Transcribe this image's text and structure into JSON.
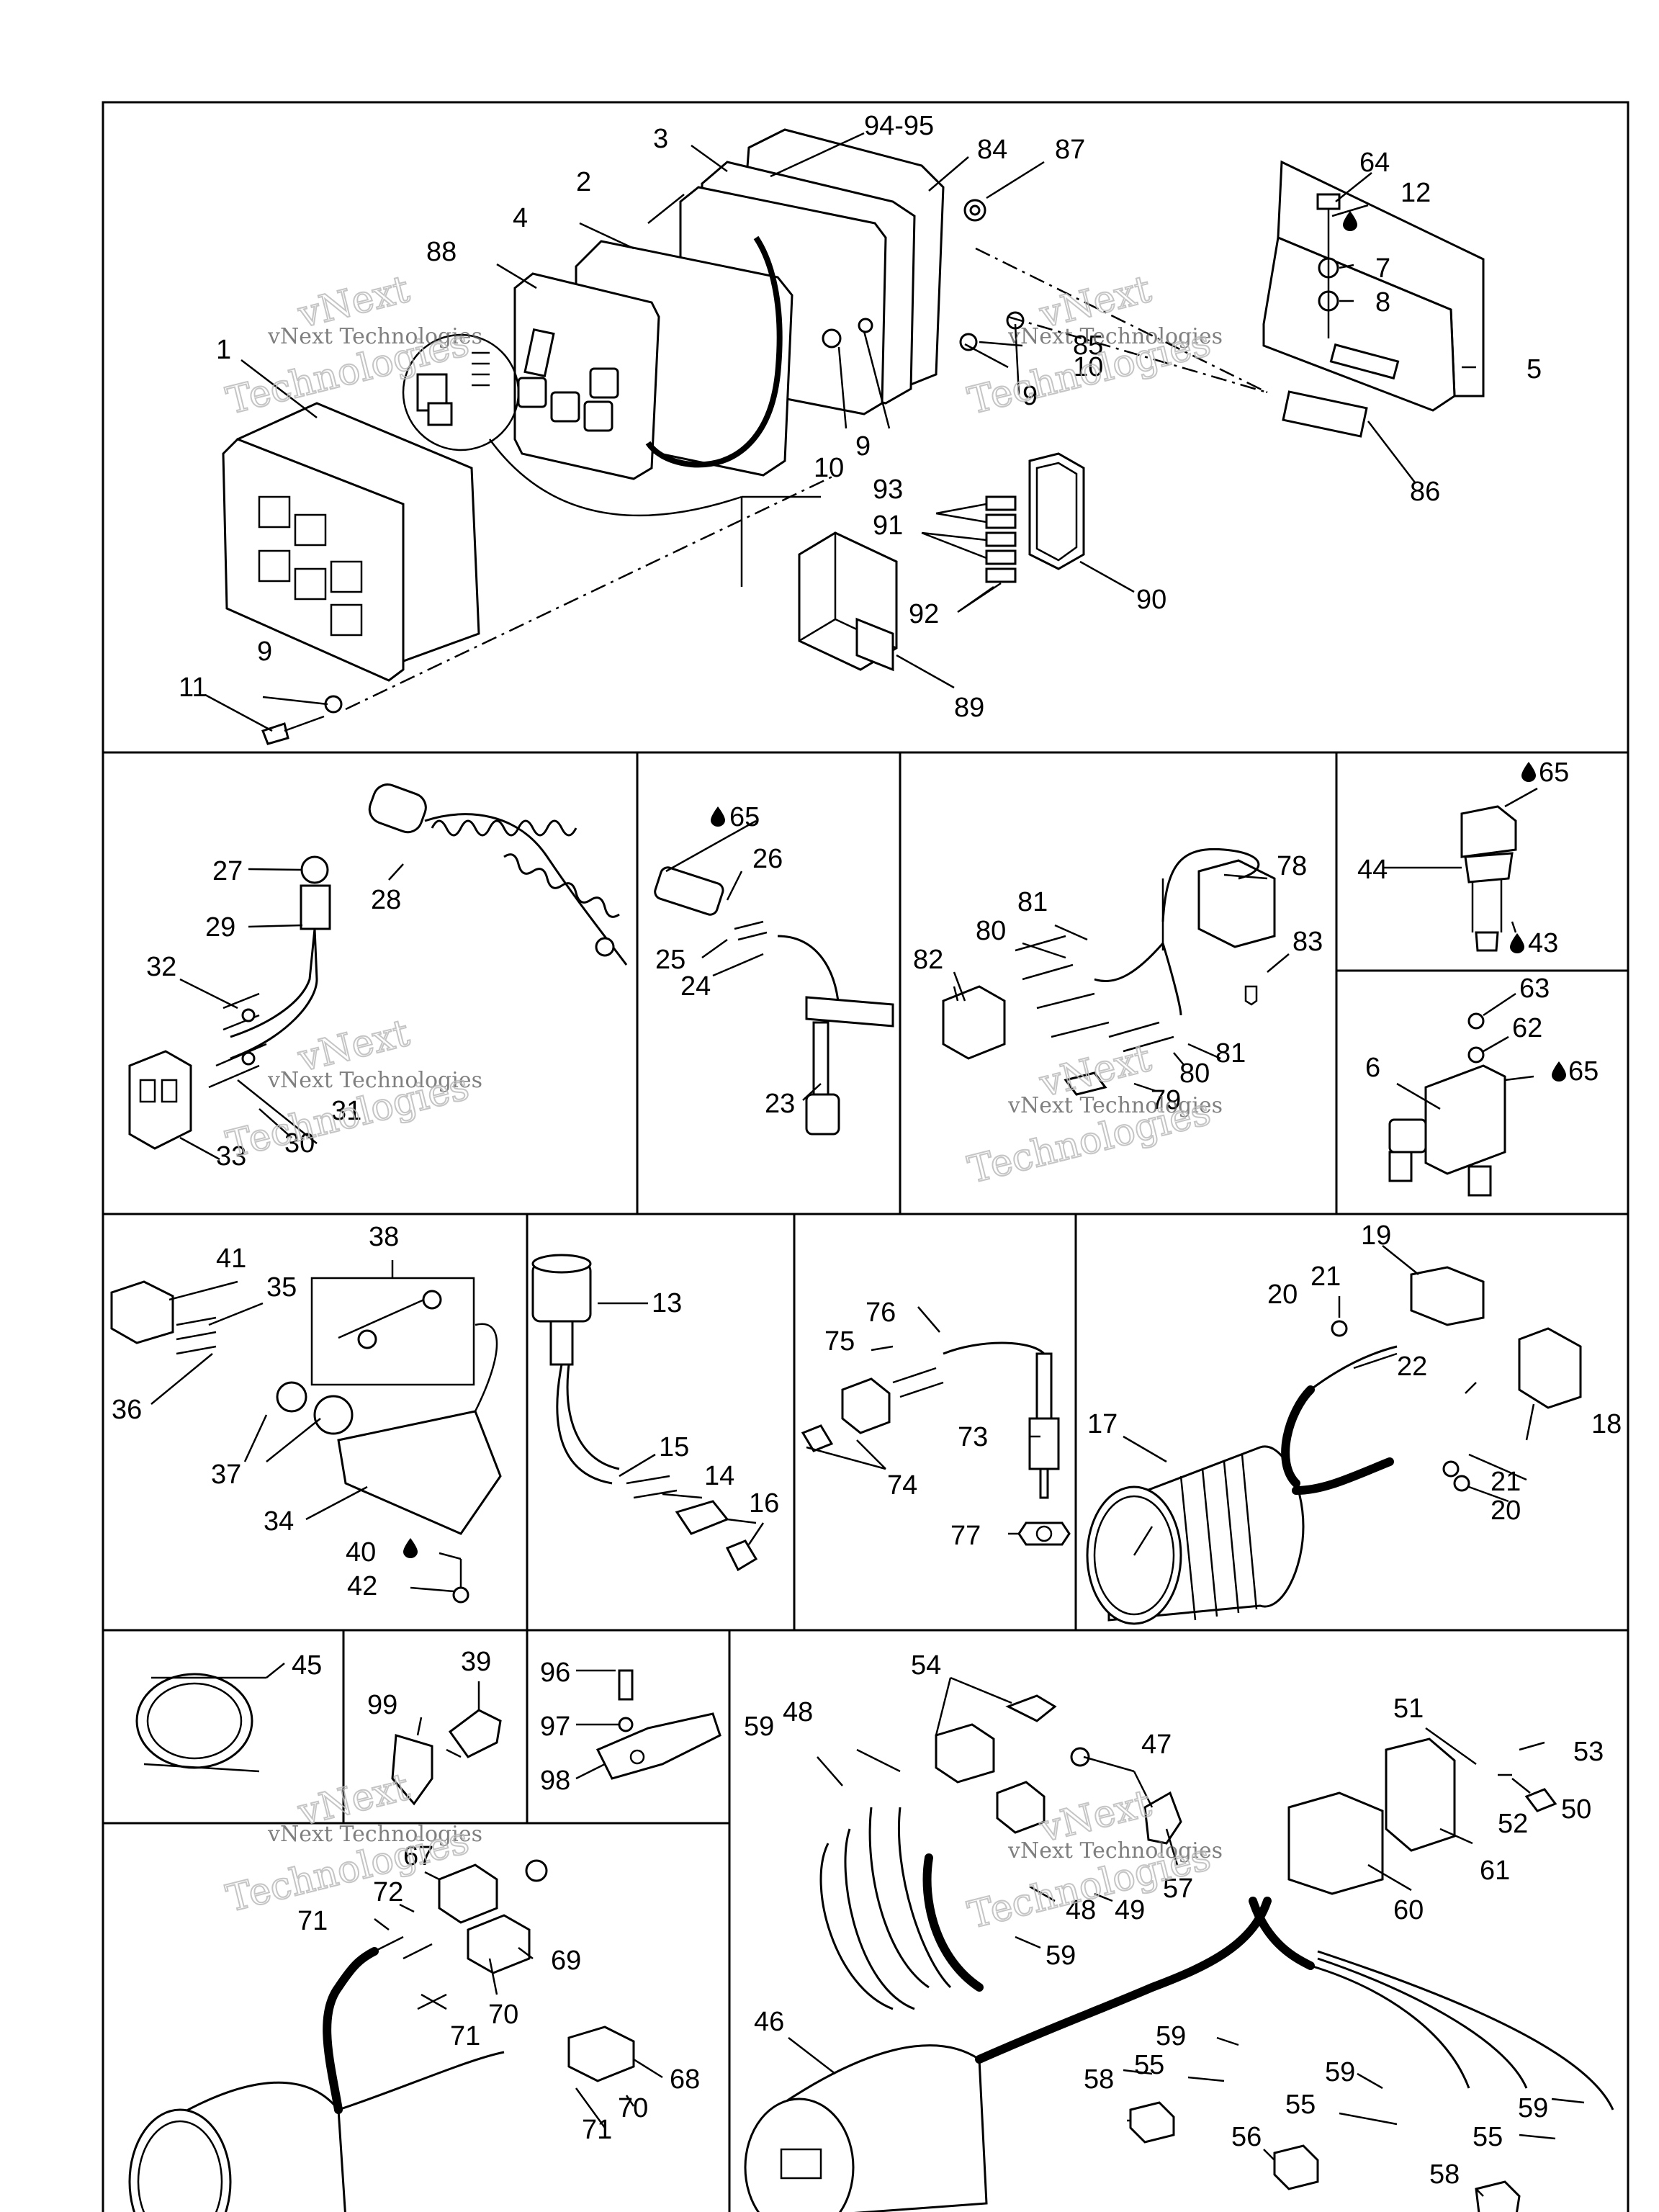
{
  "labels": {
    "l1": "1",
    "l2": "2",
    "l3": "3",
    "l4": "4",
    "l5": "5",
    "l7": "7",
    "l8": "8",
    "l9a": "9",
    "l9b": "9",
    "l9c": "9",
    "l10a": "10",
    "l10b": "10",
    "l11": "11",
    "l12": "12",
    "l64": "64",
    "l84": "84",
    "l85": "85",
    "l86": "86",
    "l87": "87",
    "l88": "88",
    "l89": "89",
    "l90": "90",
    "l91": "91",
    "l92": "92",
    "l93": "93",
    "l9495": "94-95",
    "l27": "27",
    "l28": "28",
    "l29": "29",
    "l32": "32",
    "l30": "30",
    "l31": "31",
    "l33": "33",
    "l65a": "65",
    "l26": "26",
    "l25": "25",
    "l24": "24",
    "l23": "23",
    "l78": "78",
    "l81a": "81",
    "l80a": "80",
    "l82": "82",
    "l83": "83",
    "l81b": "81",
    "l80b": "80",
    "l79": "79",
    "l65b": "65",
    "l44": "44",
    "l43": "43",
    "l63": "63",
    "l62": "62",
    "l6": "6",
    "l65c": "65",
    "l41": "41",
    "l38": "38",
    "l35": "35",
    "l36": "36",
    "l37": "37",
    "l34": "34",
    "l40": "40",
    "l42": "42",
    "l13": "13",
    "l15": "15",
    "l14": "14",
    "l16": "16",
    "l76": "76",
    "l75": "75",
    "l73": "73",
    "l74": "74",
    "l77": "77",
    "l19": "19",
    "l20a": "20",
    "l21a": "21",
    "l22": "22",
    "l18": "18",
    "l17": "17",
    "l21b": "21",
    "l20b": "20",
    "l45": "45",
    "l99": "99",
    "l39": "39",
    "l96": "96",
    "l97": "97",
    "l98": "98",
    "l54": "54",
    "l48a": "48",
    "l59a": "59",
    "l47": "47",
    "l51": "51",
    "l53": "53",
    "l52": "52",
    "l50": "50",
    "l61": "61",
    "l60": "60",
    "l57": "57",
    "l49": "49",
    "l48b": "48",
    "l59b": "59",
    "l46": "46",
    "l59c": "59",
    "l55a": "55",
    "l58a": "58",
    "l59d": "59",
    "l55b": "55",
    "l56": "56",
    "l59e": "59",
    "l55c": "55",
    "l58b": "58",
    "l67": "67",
    "l72": "72",
    "l71a": "71",
    "l69": "69",
    "l71b": "71",
    "l70a": "70",
    "l68": "68",
    "l70b": "70",
    "l71c": "71"
  },
  "watermark": {
    "line1": "vNext Technologies",
    "line2a": "vNext",
    "line2b": "Technologies"
  },
  "icons": [
    "drop-icon"
  ],
  "colors": {
    "ink": "#000000",
    "paper": "#ffffff",
    "watermark": "#bbbbbb"
  }
}
